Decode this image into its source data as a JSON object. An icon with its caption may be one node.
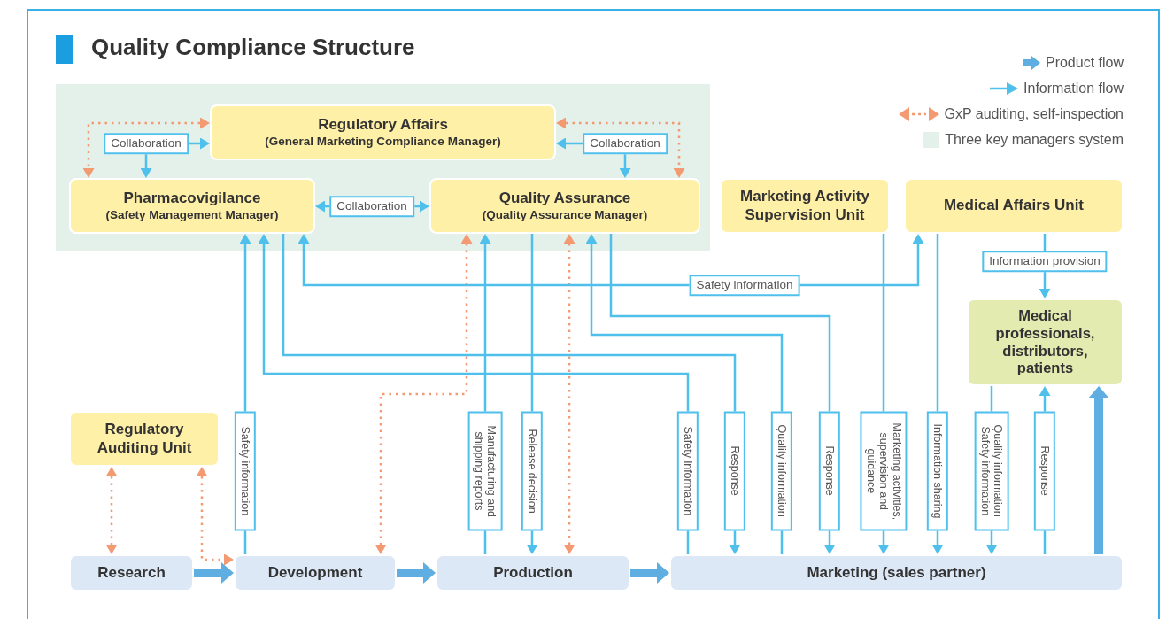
{
  "diagram": {
    "title": "Quality Compliance Structure",
    "nodes": [
      {
        "text": [
          "Regulatory Affairs",
          "(General Marketing Compliance Manager)"
        ]
      },
      {
        "text": [
          "Pharmacovigilance",
          "(Safety Management Manager)"
        ]
      },
      {
        "text": [
          "Quality Assurance",
          "(Quality Assurance Manager)"
        ]
      },
      {
        "text": [
          "Marketing Activity Supervision Unit"
        ]
      },
      {
        "text": [
          "Medical Affairs Unit"
        ]
      },
      {
        "text": [
          "Medical professionals, distributors, patients"
        ]
      },
      {
        "text": [
          "Regulatory Auditing Unit"
        ]
      },
      {
        "text": [
          "Research"
        ]
      },
      {
        "text": [
          "Development"
        ]
      },
      {
        "text": [
          "Production"
        ]
      },
      {
        "text": [
          "Marketing (sales partner)"
        ]
      }
    ],
    "edges": [
      {
        "from": 0,
        "to": 1,
        "arrow": "both",
        "label": "Collaboration"
      },
      {
        "from": 0,
        "to": 2,
        "arrow": "both",
        "label": "Collaboration"
      },
      {
        "from": 1,
        "to": 2,
        "arrow": "both",
        "label": "Collaboration"
      },
      {
        "from": 0,
        "to": 1,
        "arrow": "both",
        "style": "dashed",
        "color": "#f39a73"
      },
      {
        "from": 0,
        "to": 2,
        "arrow": "both",
        "style": "dashed",
        "color": "#f39a73"
      },
      {
        "from": 6,
        "to": 7,
        "arrow": "both",
        "style": "dashed",
        "color": "#f39a73"
      },
      {
        "from": 6,
        "to": 8,
        "arrow": "both",
        "style": "dashed",
        "color": "#f39a73"
      },
      {
        "from": 2,
        "to": 8,
        "arrow": "both",
        "style": "dashed",
        "color": "#f39a73"
      },
      {
        "from": 2,
        "to": 9,
        "arrow": "both",
        "style": "dashed",
        "color": "#f39a73"
      },
      {
        "from": 7,
        "to": 8,
        "arrow": "to",
        "style": "thick",
        "color": "#5eaee2"
      },
      {
        "from": 8,
        "to": 9,
        "arrow": "to",
        "style": "thick",
        "color": "#5eaee2"
      },
      {
        "from": 9,
        "to": 10,
        "arrow": "to",
        "style": "thick",
        "color": "#5eaee2"
      },
      {
        "from": 10,
        "to": 5,
        "arrow": "to",
        "style": "thick",
        "color": "#5eaee2"
      },
      {
        "from": 8,
        "to": 1,
        "arrow": "to",
        "label": "Safety information"
      },
      {
        "from": 10,
        "to": 1,
        "arrow": "to",
        "label": "Safety information"
      },
      {
        "from": 1,
        "to": 10,
        "arrow": "to",
        "label": "Response"
      },
      {
        "from": 1,
        "to": 4,
        "arrow": "both",
        "label": "Safety information"
      },
      {
        "from": 9,
        "to": 2,
        "arrow": "to",
        "label": "Manufacturing and shipping reports"
      },
      {
        "from": 2,
        "to": 9,
        "arrow": "to",
        "label": "Release decision"
      },
      {
        "from": 10,
        "to": 2,
        "arrow": "to",
        "label": "Quality information"
      },
      {
        "from": 2,
        "to": 10,
        "arrow": "to",
        "label": "Response"
      },
      {
        "from": 3,
        "to": 10,
        "arrow": "to",
        "label": "Marketing activities, supervision and guidance"
      },
      {
        "from": 4,
        "to": 10,
        "arrow": "to",
        "label": "Information sharing"
      },
      {
        "from": 4,
        "to": 5,
        "arrow": "to",
        "label": "Information provision"
      },
      {
        "from": 5,
        "to": 10,
        "arrow": "to",
        "label": "Quality information Safety information"
      },
      {
        "from": 10,
        "to": 5,
        "arrow": "to",
        "label": "Response"
      }
    ],
    "legend": [
      {
        "text": "Product flow"
      },
      {
        "text": "Information flow"
      },
      {
        "text": "GxP auditing, self-inspection"
      },
      {
        "text": "Three key managers system",
        "color": "#e3f1ea"
      }
    ]
  }
}
